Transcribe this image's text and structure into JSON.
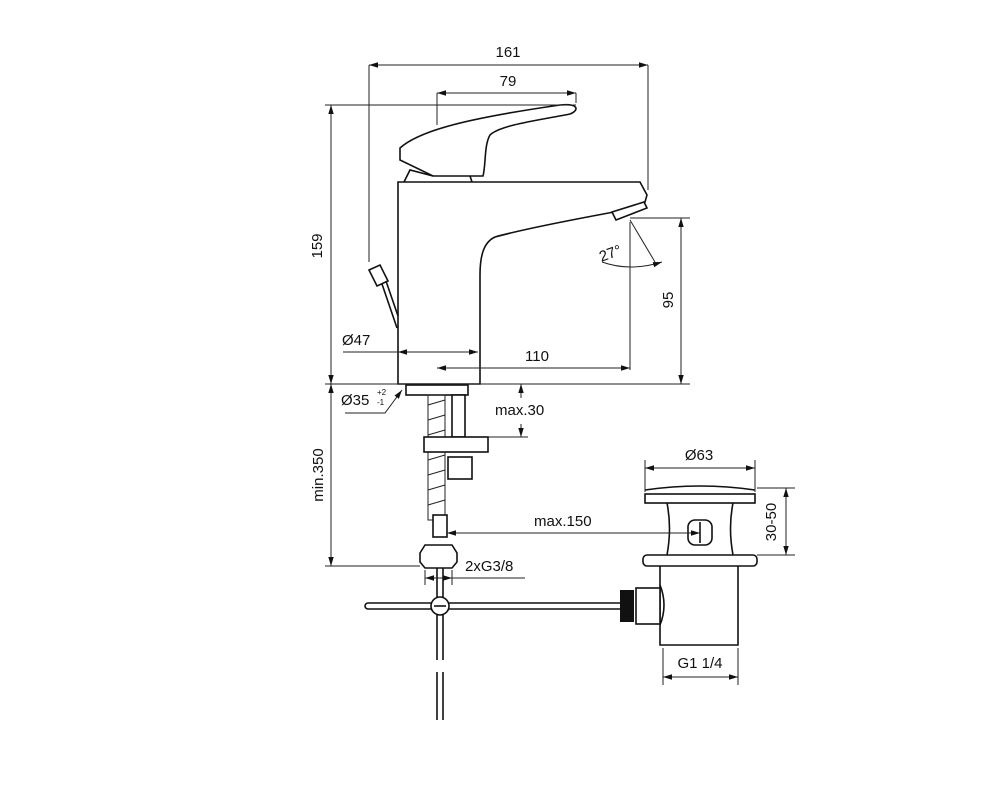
{
  "drawing": {
    "dimensions": {
      "overall_width": "161",
      "handle_length": "79",
      "overall_height": "159",
      "spout_height": "95",
      "spout_angle": "27°",
      "body_diameter": "Ø47",
      "spout_reach": "110",
      "hole_diameter": "Ø35",
      "hole_tol_plus": "+2",
      "hole_tol_minus": "-1",
      "max_thickness": "max.30",
      "min_hose_length": "min.350",
      "max_distance": "max.150",
      "connection": "2xG3/8",
      "waste_diameter": "Ø63",
      "waste_height": "30-50",
      "waste_thread": "G1 1/4"
    },
    "line_color": "#111111",
    "background": "#ffffff"
  }
}
